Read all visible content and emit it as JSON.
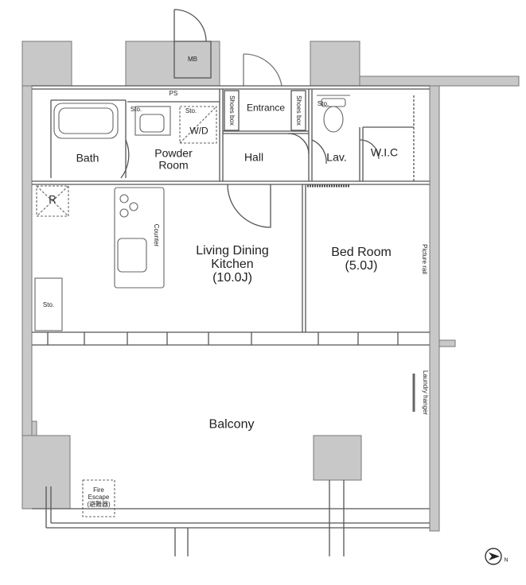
{
  "rooms": {
    "ldk": {
      "line1": "Living Dining",
      "line2": "Kitchen",
      "line3": "(10.0J)"
    },
    "bedroom": {
      "line1": "Bed Room",
      "line2": "(5.0J)"
    },
    "balcony": "Balcony",
    "bath": "Bath",
    "powder": {
      "line1": "Powder",
      "line2": "Room"
    },
    "hall": "Hall",
    "lav": "Lav.",
    "wic": "W.I.C",
    "entrance": "Entrance",
    "wd": "W/D"
  },
  "labels": {
    "mb": "MB",
    "ps": "PS",
    "sto": "Sto.",
    "shoes_box": "Shoes box",
    "refrigerator": "R",
    "counter": "Counter",
    "picture_rail": "Picture rail",
    "laundry_hanger": "Laundry hanger",
    "fire_escape": {
      "line1": "Fire",
      "line2": "Escape",
      "line3": "(避難器)"
    }
  },
  "compass": {
    "letter": "N"
  },
  "colors": {
    "wall_fill": "#c8c8c8",
    "line": "#555555",
    "background": "#ffffff"
  }
}
